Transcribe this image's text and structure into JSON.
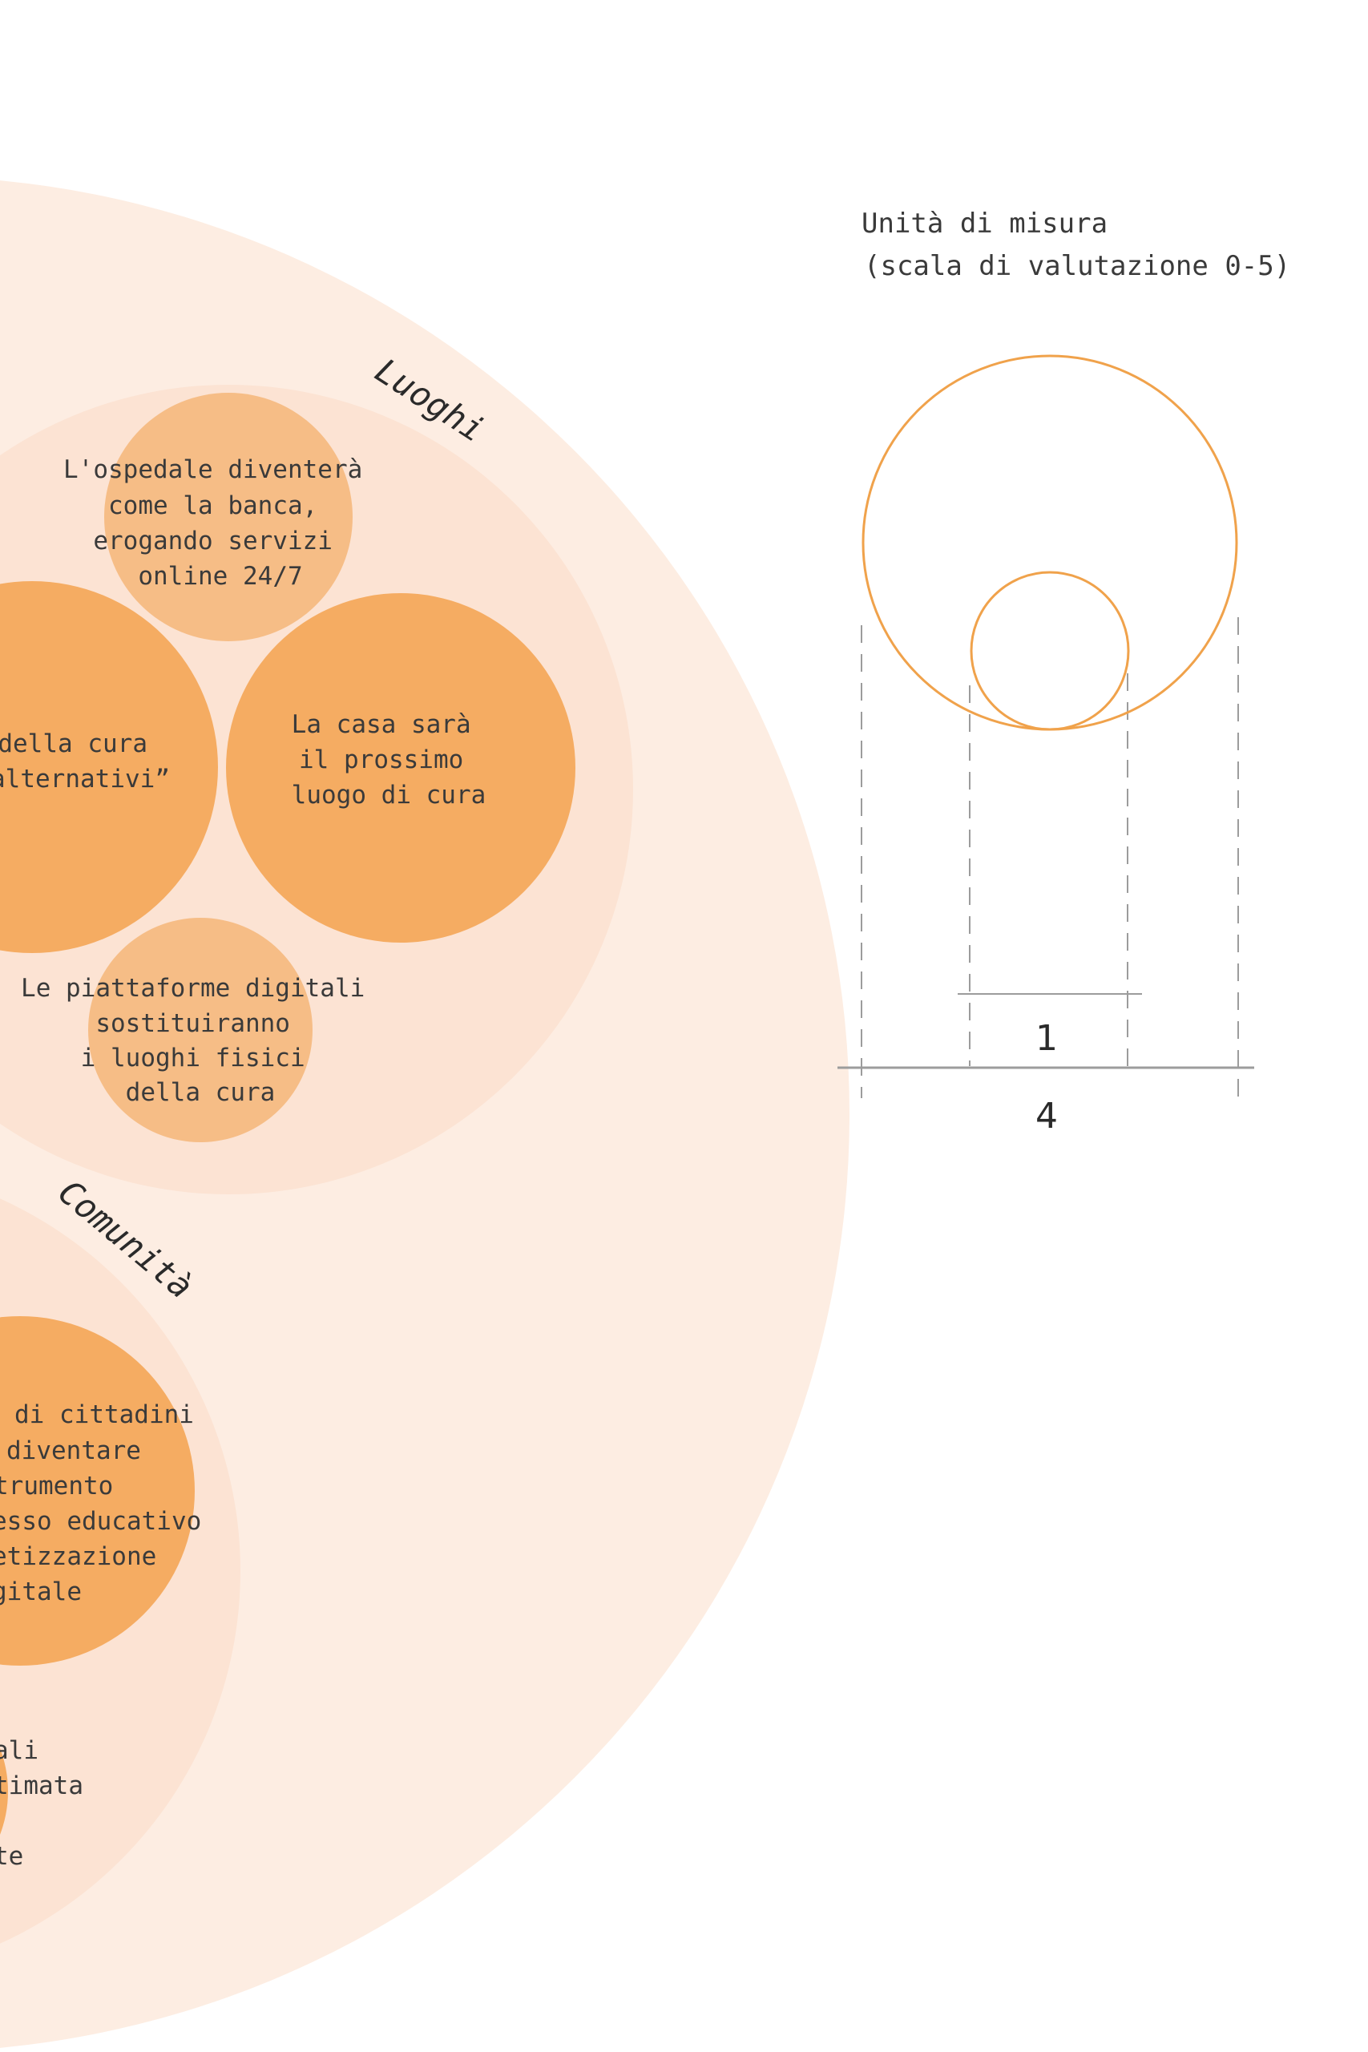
{
  "colors": {
    "outer_field": "#fdede2",
    "group_field": "#fce3d3",
    "bubble_strong": "#f5ac62",
    "bubble_light": "#f6bd86",
    "legend_stroke": "#f0a24b",
    "guide": "#9c9c9c"
  },
  "groups": {
    "luoghi": {
      "label": "Luoghi"
    },
    "comunita": {
      "label": "Comunità"
    }
  },
  "bubbles": {
    "ospedale": {
      "lines": [
        "L'ospedale diventerà",
        "come la banca,",
        "erogando servizi",
        "online 24/7"
      ]
    },
    "luoghi_cura": {
      "lines": [
        "della cura",
        "alternativi”"
      ]
    },
    "casa": {
      "lines": [
        "La casa sarà",
        "il prossimo",
        "luogo di cura"
      ]
    },
    "piattaforme": {
      "lines": [
        "Le piattaforme digitali",
        "sostituiranno",
        "i luoghi fisici",
        "della cura"
      ]
    },
    "cittadini": {
      "lines": [
        "di cittadini",
        "diventare",
        "trumento",
        "esso educativo",
        "etizzazione",
        "gitale"
      ]
    },
    "partial": {
      "lines": [
        "ali",
        "timata",
        "",
        "te"
      ]
    }
  },
  "legend": {
    "title_line1": "Unità di misura",
    "title_line2": "(scala di valutazione 0-5)",
    "large_value": "4",
    "small_value": "1"
  }
}
